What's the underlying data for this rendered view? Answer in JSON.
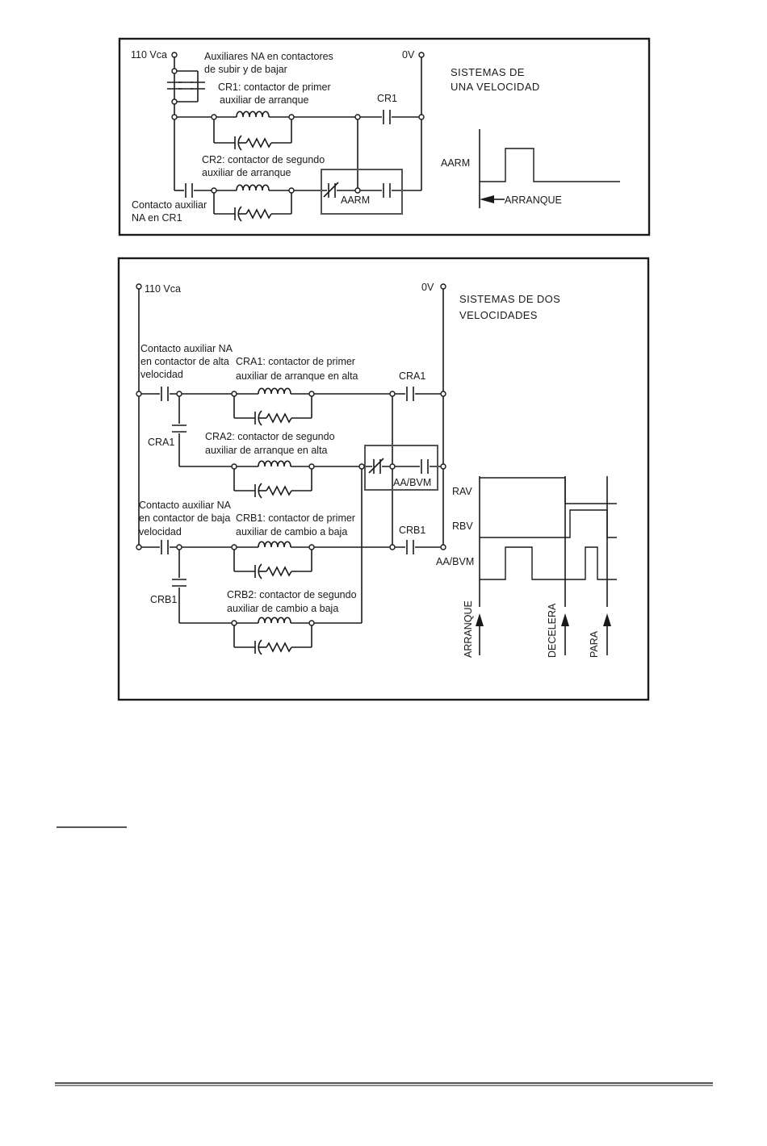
{
  "diagram1": {
    "supply_left": "110 Vca",
    "supply_right": "0V",
    "title_line1": "SISTEMAS DE",
    "title_line2": "UNA VELOCIDAD",
    "aux_up_down_line1": "Auxiliares NA en contactores",
    "aux_up_down_line2": "de subir y de bajar",
    "cr1_desc_line1": "CR1: contactor de primer",
    "cr1_desc_line2": "auxiliar de arranque",
    "cr1_contact": "CR1",
    "cr2_desc_line1": "CR2: contactor de segundo",
    "cr2_desc_line2": "auxiliar de arranque",
    "aux_cr1_line1": "Contacto auxiliar",
    "aux_cr1_line2": "NA en CR1",
    "aarm_contact": "AARM",
    "timing_label": "AARM",
    "timing_arrow": "ARRANQUE"
  },
  "diagram2": {
    "supply_left": "110 Vca",
    "supply_right": "0V",
    "title_line1": "SISTEMAS DE DOS",
    "title_line2": "VELOCIDADES",
    "aux_high_line1": "Contacto auxiliar NA",
    "aux_high_line2": "en contactor de alta",
    "aux_high_line3": "velocidad",
    "cra1_desc_line1": "CRA1: contactor de primer",
    "cra1_desc_line2": "auxiliar de arranque en alta",
    "cra1_contact_top": "CRA1",
    "cra1_contact_left": "CRA1",
    "cra2_desc_line1": "CRA2: contactor de segundo",
    "cra2_desc_line2": "auxiliar de arranque en alta",
    "aabvm_contact": "AA/BVM",
    "aux_low_line1": "Contacto auxiliar NA",
    "aux_low_line2": "en contactor de baja",
    "aux_low_line3": "velocidad",
    "crb1_desc_line1": "CRB1: contactor de primer",
    "crb1_desc_line2": "auxiliar de cambio a baja",
    "crb1_contact_top": "CRB1",
    "crb1_contact_left": "CRB1",
    "crb2_desc_line1": "CRB2: contactor de segundo",
    "crb2_desc_line2": "auxiliar de cambio a baja",
    "timing_rav": "RAV",
    "timing_rbv": "RBV",
    "timing_aabvm": "AA/BVM",
    "event_start": "ARRANQUE",
    "event_decel": "DECELERA",
    "event_stop": "PARA"
  }
}
